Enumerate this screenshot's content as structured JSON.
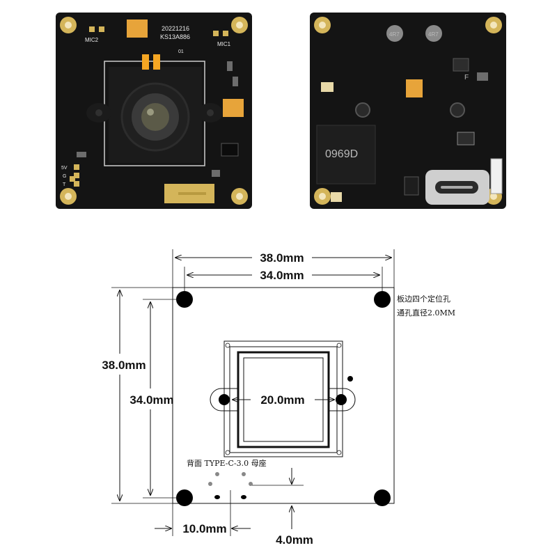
{
  "front_photo": {
    "date_code": "20221216",
    "model_code": "KS13A886",
    "mic1_label": "MIC1",
    "mic2_label": "MIC2",
    "j1_label": "01",
    "pin_5v": "5V",
    "pin_g": "G",
    "pin_t": "T"
  },
  "back_photo": {
    "chip_label": "0969D",
    "inductor_a": "4R7",
    "inductor_b": "4R7",
    "part_f": "F"
  },
  "drawing": {
    "outer_width": "38.0mm",
    "hole_spacing_horizontal": "34.0mm",
    "outer_height": "38.0mm",
    "hole_spacing_vertical": "34.0mm",
    "lens_holder": "20.0mm",
    "usb_offset": "10.0mm",
    "usb_edge": "4.0mm",
    "note_line1": "板边四个定位孔",
    "note_line2": "通孔直径2.0MM",
    "usb_note": "背面 TYPE-C-3.0 母座"
  },
  "colors": {
    "pcb": "#141414",
    "gold": "#d4b55a",
    "lens": "#202020",
    "holder_tab": "#f5a623"
  }
}
